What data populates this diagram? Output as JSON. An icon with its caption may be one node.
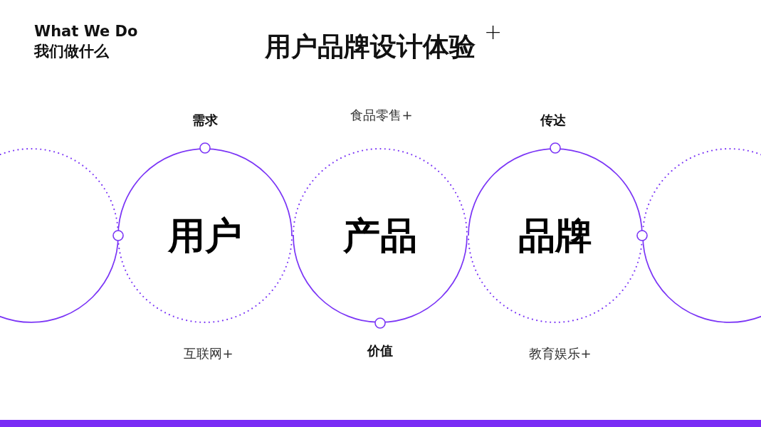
{
  "diagram": {
    "title": "用户品牌设计体验",
    "nodes": [
      {
        "text": [],
        "shape": "circle"
      },
      {
        "text": [
          "用户"
        ],
        "beside": [
          "需求",
          "互联网+"
        ]
      },
      {
        "text": [
          "产品"
        ],
        "beside": [
          "食品零售+",
          "价值"
        ]
      },
      {
        "text": [
          "品牌"
        ],
        "beside": [
          "传达",
          "教育娱乐+"
        ]
      },
      {
        "text": [],
        "shape": "circle"
      }
    ],
    "labels": [
      "What We Do",
      "我们做什么",
      "+"
    ]
  }
}
